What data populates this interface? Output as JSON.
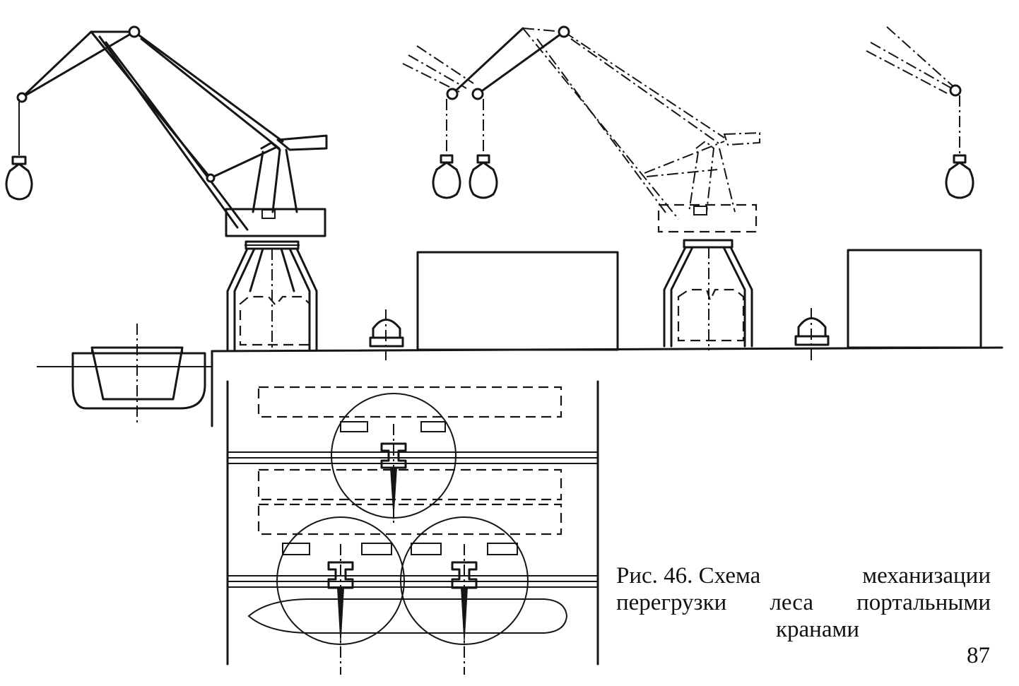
{
  "figure": {
    "caption_lines": [
      [
        "Рис. 46. Схема",
        "механизации"
      ],
      [
        "перегрузки",
        "леса",
        "портальными"
      ],
      [
        "кранами"
      ]
    ],
    "page_number": "87"
  }
}
